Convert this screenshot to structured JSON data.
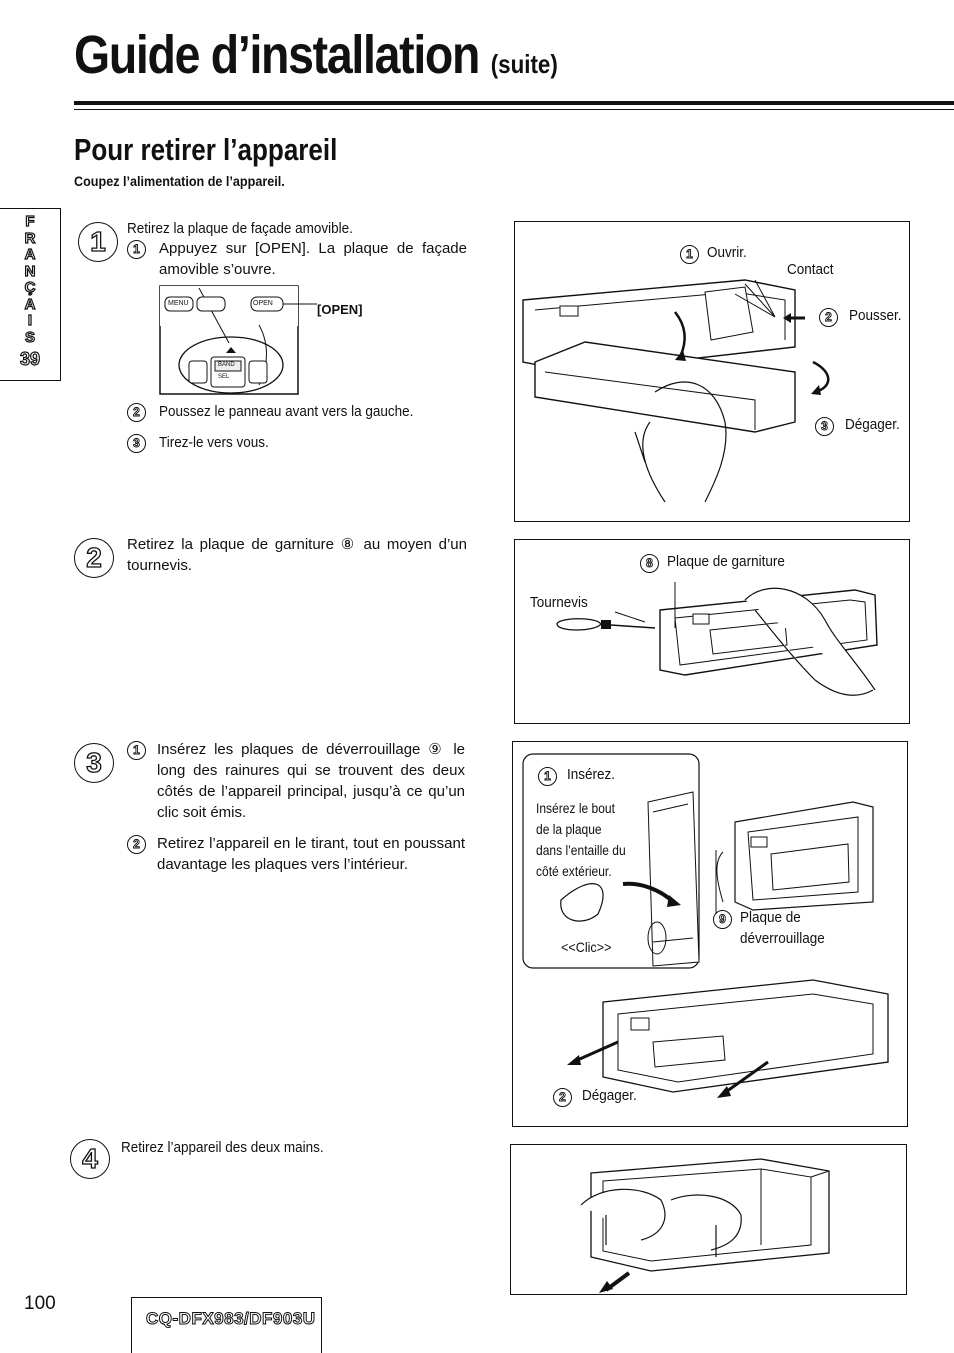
{
  "header": {
    "title": "Guide d’installation",
    "title_suffix": "(suite)"
  },
  "section": {
    "title": "Pour retirer l’appareil",
    "subtitle": "Coupez l’alimentation de l’appareil."
  },
  "side_tab": {
    "letters": [
      "F",
      "R",
      "A",
      "N",
      "Ç",
      "A",
      "I",
      "S"
    ],
    "page_ref": "39"
  },
  "steps": [
    {
      "number": "1",
      "intro": "Retirez la plaque de façade amovible.",
      "substeps": [
        {
          "number": "1",
          "text": "Appuyez sur [OPEN]. La plaque de façade amovible s’ouvre."
        },
        {
          "number": "2",
          "text": "Poussez le panneau avant vers la gauche."
        },
        {
          "number": "3",
          "text": "Tirez-le vers vous."
        }
      ],
      "inset": {
        "open_label": "[OPEN]",
        "button_labels": [
          "MENU",
          "OPEN",
          "BAND",
          "SEL"
        ]
      },
      "figure": {
        "labels": {
          "open": "Ouvrir.",
          "contact": "Contact",
          "push": "Pousser.",
          "release": "Dégager."
        }
      }
    },
    {
      "number": "2",
      "text": "Retirez la plaque de garniture ⑧ au moyen d’un tournevis.",
      "figure": {
        "labels": {
          "trim_plate": "Plaque de garniture",
          "screwdriver": "Tournevis"
        }
      }
    },
    {
      "number": "3",
      "substeps": [
        {
          "number": "1",
          "text": "Insérez les plaques de déverrouillage ⑨ le long des rainures qui se trouvent des deux côtés de l’appareil principal, jusqu’à ce qu’un clic soit émis."
        },
        {
          "number": "2",
          "text": "Retirez l’appareil en le tirant, tout en poussant davantage les plaques vers l’intérieur."
        }
      ],
      "figure": {
        "labels": {
          "insert": "Insérez.",
          "insert_detail": [
            "Insérez le bout",
            "de la plaque",
            "dans l’entaille du",
            "côté extérieur."
          ],
          "click": "<<Clic>>",
          "release_plate_line1": "Plaque de",
          "release_plate_line2": "déverrouillage",
          "release": "Dégager."
        }
      }
    },
    {
      "number": "4",
      "text": "Retirez l’appareil des deux mains."
    }
  ],
  "footer": {
    "page_number": "100",
    "model": "CQ-DFX983/DF903U"
  }
}
